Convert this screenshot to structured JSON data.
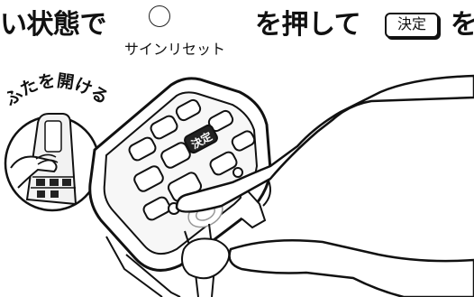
{
  "instruction": {
    "text_before": "い状態で",
    "reset_button_label": "サインリセット",
    "text_middle": "を押して",
    "enter_button_label": "決定",
    "text_after": "を"
  },
  "illustration": {
    "open_cover_caption": "ふたを開ける",
    "remote_enter_label": "決定"
  }
}
